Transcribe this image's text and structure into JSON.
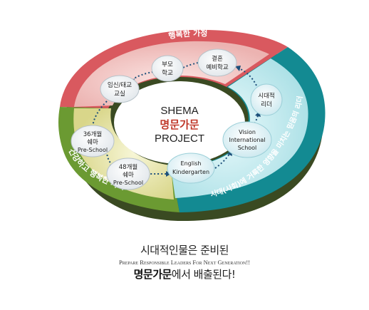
{
  "center": {
    "line1": "SHEMA",
    "line2": "명문가문",
    "line3": "PROJECT"
  },
  "bands": {
    "top": "행복한 가정",
    "left": "건강하고 행복한 자녀",
    "right": "시대(사회)에 거룩한 영향을 미치는 믿음의 리더"
  },
  "nodes": {
    "marriage": [
      "결혼",
      "예비학교"
    ],
    "parents": [
      "부모",
      "학교"
    ],
    "pregnancy": [
      "임신/태교",
      "교실"
    ],
    "shema36": [
      "36개월",
      "쉐마",
      "Pre-School"
    ],
    "shema48": [
      "48개월",
      "쉐마",
      "Pre-School"
    ],
    "kinder": [
      "English",
      "Kindergarten"
    ],
    "vision": [
      "Vision",
      "International",
      "School"
    ],
    "leader": [
      "시대적",
      "리더"
    ]
  },
  "footer": {
    "line1": "시대적인물은 준비된",
    "line2": "Prepare Responsible Leaders For Next Generation!!",
    "line3_bold": "명문가문",
    "line3_rest": "에서 배출된다!"
  },
  "colors": {
    "top_band": "#d9595f",
    "top_inner": "#f2c4c2",
    "left_band": "#6b9a32",
    "left_inner": "#e6e4a0",
    "right_band": "#138a92",
    "right_inner": "#c6ebef",
    "ring_shadow": "#3c4a25"
  }
}
